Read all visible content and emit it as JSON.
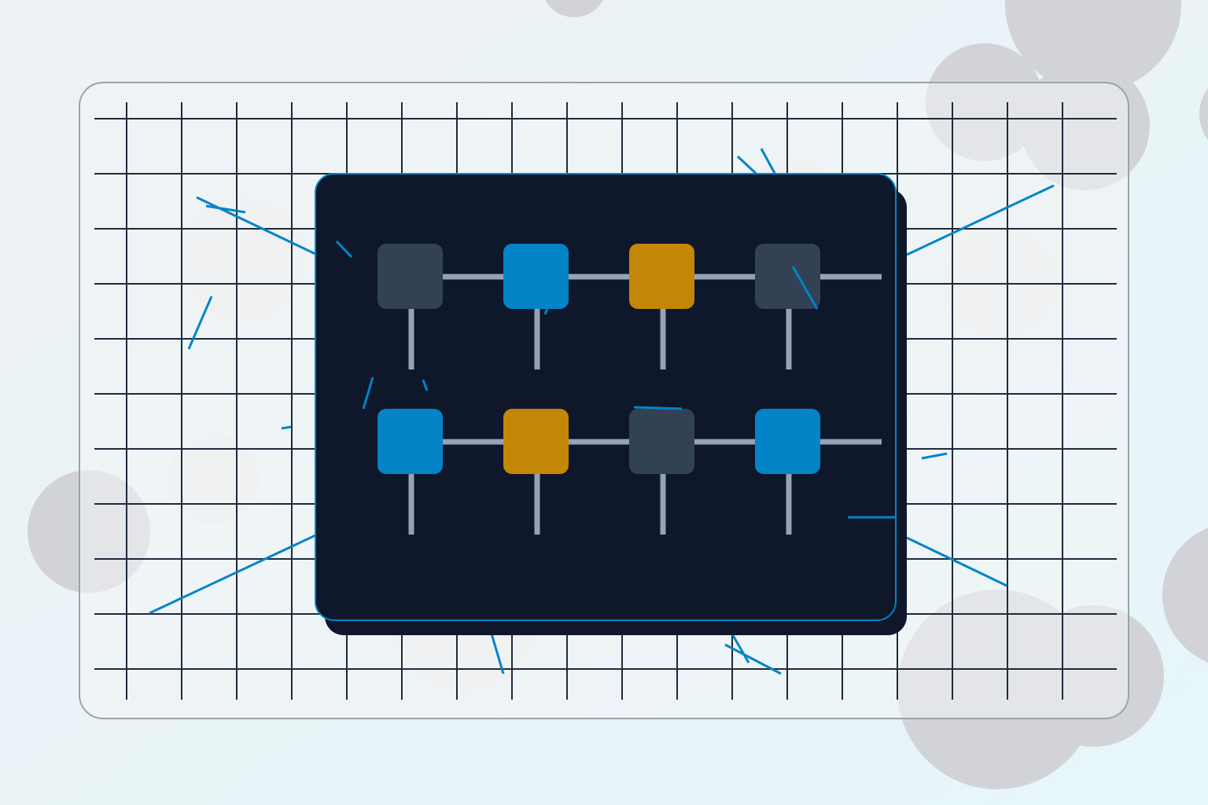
{
  "colors": {
    "background": "#ecf3f6",
    "card_fill": "#f2f4f5",
    "card_stroke": "#9aa3ad",
    "grid": "#1e293b",
    "panel": "#0f172a",
    "panel_stroke": "#0284c7",
    "connector": "#94a3b8",
    "accent_blue": "#0284c7",
    "accent_amber": "#c48605",
    "node_slate": "#334155",
    "bubble": "#d2d3d8"
  },
  "nodes": [
    [
      "slate",
      "blue",
      "amber",
      "slate"
    ],
    [
      "blue",
      "amber",
      "slate",
      "blue"
    ]
  ]
}
